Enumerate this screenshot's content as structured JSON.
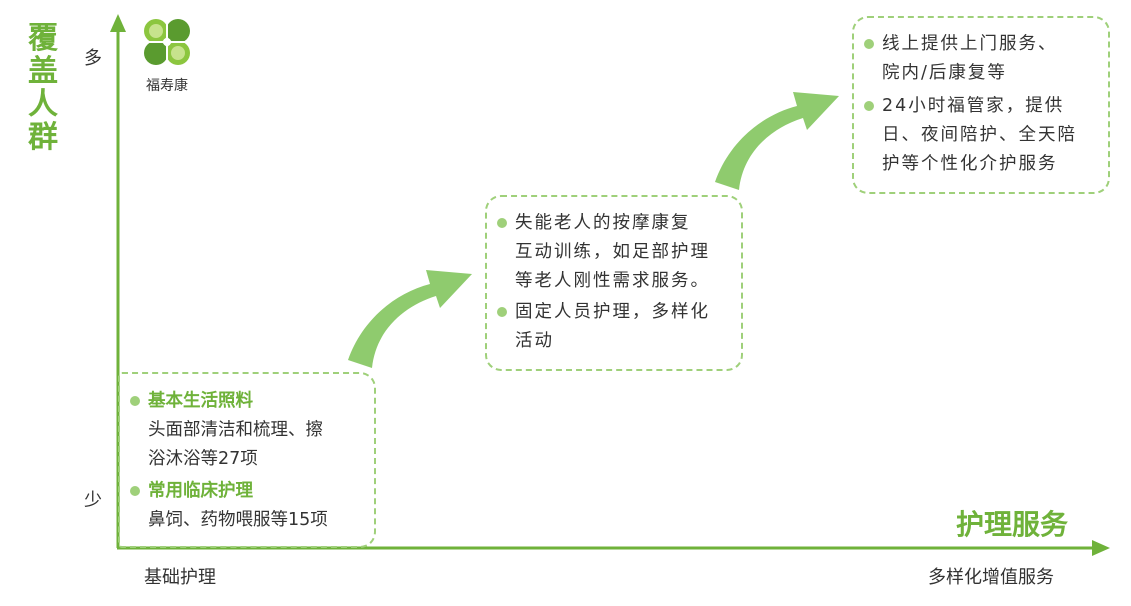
{
  "y_axis": {
    "title_chars": [
      "覆",
      "盖",
      "人",
      "群"
    ],
    "top_label": "多",
    "bottom_label": "少"
  },
  "x_axis": {
    "title": "护理服务",
    "start_label": "基础护理",
    "end_label": "多样化增值服务"
  },
  "logo": {
    "text": "福寿康",
    "icon": "clover-logo-icon"
  },
  "stages": [
    {
      "items": [
        {
          "title": "基本生活照料",
          "body_lines": [
            "头面部清洁和梳理、擦",
            "浴沐浴等27项"
          ]
        },
        {
          "title": "常用临床护理",
          "body_lines": [
            "鼻饲、药物喂服等15项"
          ]
        }
      ]
    },
    {
      "items": [
        {
          "lines": [
            "失能老人的按摩康复",
            "互动训练，如足部护理",
            "等老人刚性需求服务。"
          ]
        },
        {
          "lines": [
            "固定人员护理，多样化",
            "活动"
          ]
        }
      ]
    },
    {
      "items": [
        {
          "lines": [
            "线上提供上门服务、",
            "院内/后康复等"
          ]
        },
        {
          "lines": [
            "24小时福管家，提供",
            "日、夜间陪护、全天陪",
            "护等个性化介护服务"
          ]
        }
      ]
    }
  ],
  "colors": {
    "accent": "#6fb23a",
    "light_green": "#9fd07a",
    "arrow": "#8fcb6e"
  }
}
